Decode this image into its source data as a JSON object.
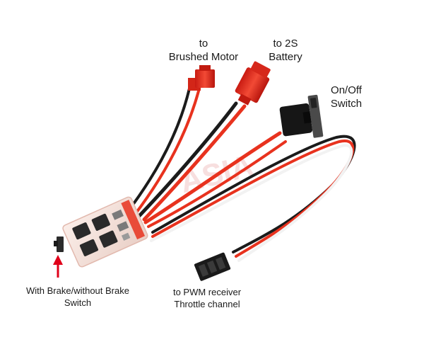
{
  "labels": {
    "motor": {
      "line1": "to",
      "line2": "Brushed Motor"
    },
    "battery": {
      "line1": "to 2S",
      "line2": "Battery"
    },
    "switch": {
      "line1": "On/Off",
      "line2": "Switch"
    },
    "brake": {
      "line1": "With Brake/without Brake",
      "line2": "Switch"
    },
    "pwm": {
      "line1": "to PWM receiver",
      "line2": "Throttle channel"
    }
  },
  "watermark": "ASIA",
  "colors": {
    "wire_red": "#e8321e",
    "wire_black": "#1b1b1b",
    "wire_white": "#f2f2f2",
    "connector_red": "#e42b1f",
    "arrow_red": "#e0001a",
    "board": "#f3e2dc"
  }
}
